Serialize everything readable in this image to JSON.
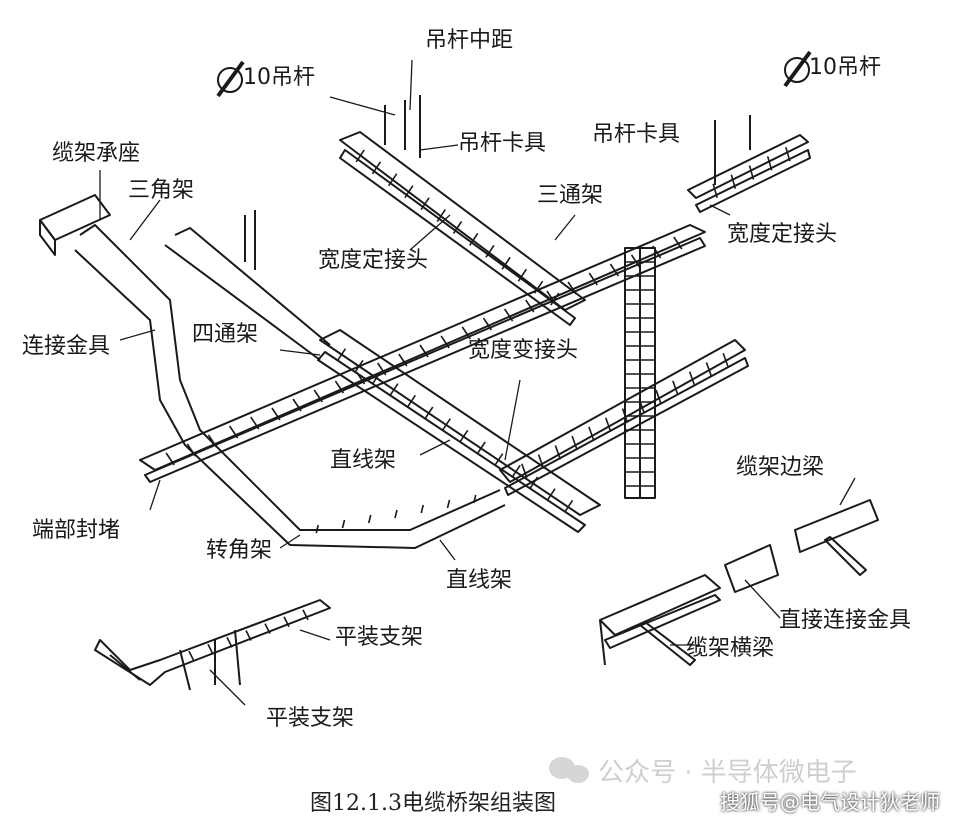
{
  "labels": {
    "diaozhongju": "吊杆中距",
    "rod_left": "10吊杆",
    "rod_right": "10吊杆",
    "clamp_mid": "吊杆卡具",
    "clamp_right": "吊杆卡具",
    "support_seat": "缆架承座",
    "triangle": "三角架",
    "tee": "三通架",
    "width_fixed_mid": "宽度定接头",
    "width_fixed_right": "宽度定接头",
    "four_way": "四通架",
    "connector": "连接金具",
    "width_change": "宽度变接头",
    "straight_mid": "直线架",
    "straight_bottom": "直线架",
    "end_cap": "端部封堵",
    "corner": "转角架",
    "side_beam": "缆架边梁",
    "direct_connector": "直接连接金具",
    "cross_beam": "缆架横梁",
    "flat_support_1": "平装支架",
    "flat_support_2": "平装支架"
  },
  "caption": "图12.1.3电缆桥架组装图",
  "watermark": "公众号 · 半导体微电子",
  "watermark2": "搜狐号@电气设计狄老师",
  "colors": {
    "ink": "#1a1a1a",
    "watermark": "#cfcfcf"
  }
}
